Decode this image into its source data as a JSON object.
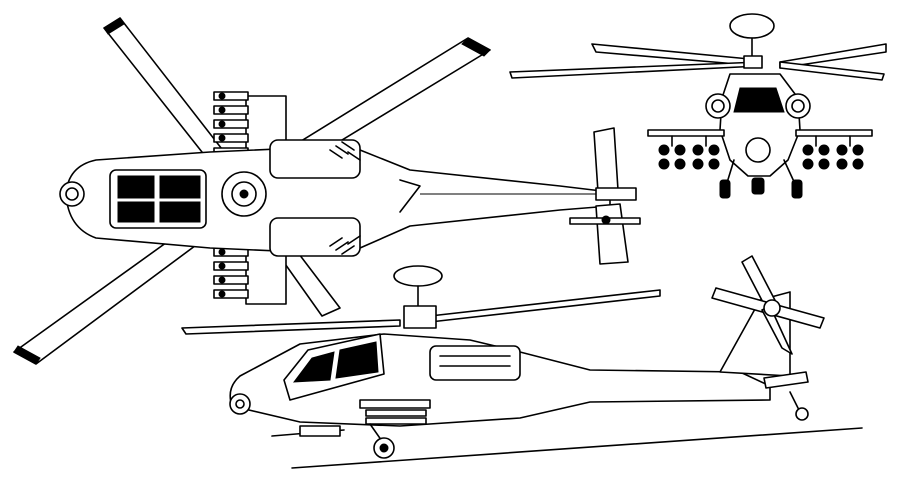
{
  "figure": {
    "type": "three-view line drawing",
    "subject_icon": "attack-helicopter",
    "views": [
      "top",
      "front",
      "side"
    ],
    "line_color": "#000000",
    "background_color": "#ffffff"
  }
}
